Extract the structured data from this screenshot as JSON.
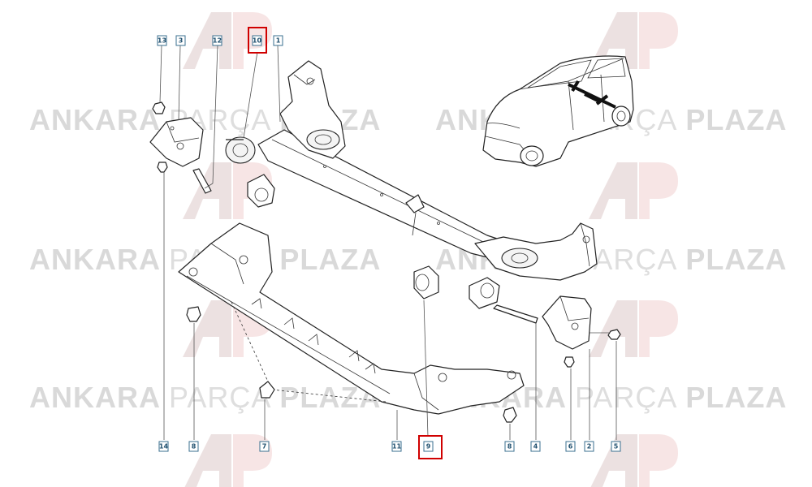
{
  "watermark": {
    "brand_bold_1": "ANKARA",
    "brand_light": "PARÇA",
    "brand_bold_2": "PLAZA"
  },
  "callouts": [
    {
      "id": "c13",
      "label": "13",
      "highlighted": false
    },
    {
      "id": "c3",
      "label": "3",
      "highlighted": false
    },
    {
      "id": "c12",
      "label": "12",
      "highlighted": false
    },
    {
      "id": "c10",
      "label": "10",
      "highlighted": true
    },
    {
      "id": "c1",
      "label": "1",
      "highlighted": false
    },
    {
      "id": "c14",
      "label": "14",
      "highlighted": false
    },
    {
      "id": "c8a",
      "label": "8",
      "highlighted": false
    },
    {
      "id": "c7",
      "label": "7",
      "highlighted": false
    },
    {
      "id": "c11",
      "label": "11",
      "highlighted": false
    },
    {
      "id": "c9",
      "label": "9",
      "highlighted": true
    },
    {
      "id": "c8b",
      "label": "8",
      "highlighted": false
    },
    {
      "id": "c4",
      "label": "4",
      "highlighted": false
    },
    {
      "id": "c6",
      "label": "6",
      "highlighted": false
    },
    {
      "id": "c2",
      "label": "2",
      "highlighted": false
    },
    {
      "id": "c5",
      "label": "5",
      "highlighted": false
    }
  ],
  "colors": {
    "highlight": "#d00000",
    "callout_border": "#3a6f8f",
    "watermark": "#d9d9d9",
    "logo_red": "#e8b4b4"
  }
}
